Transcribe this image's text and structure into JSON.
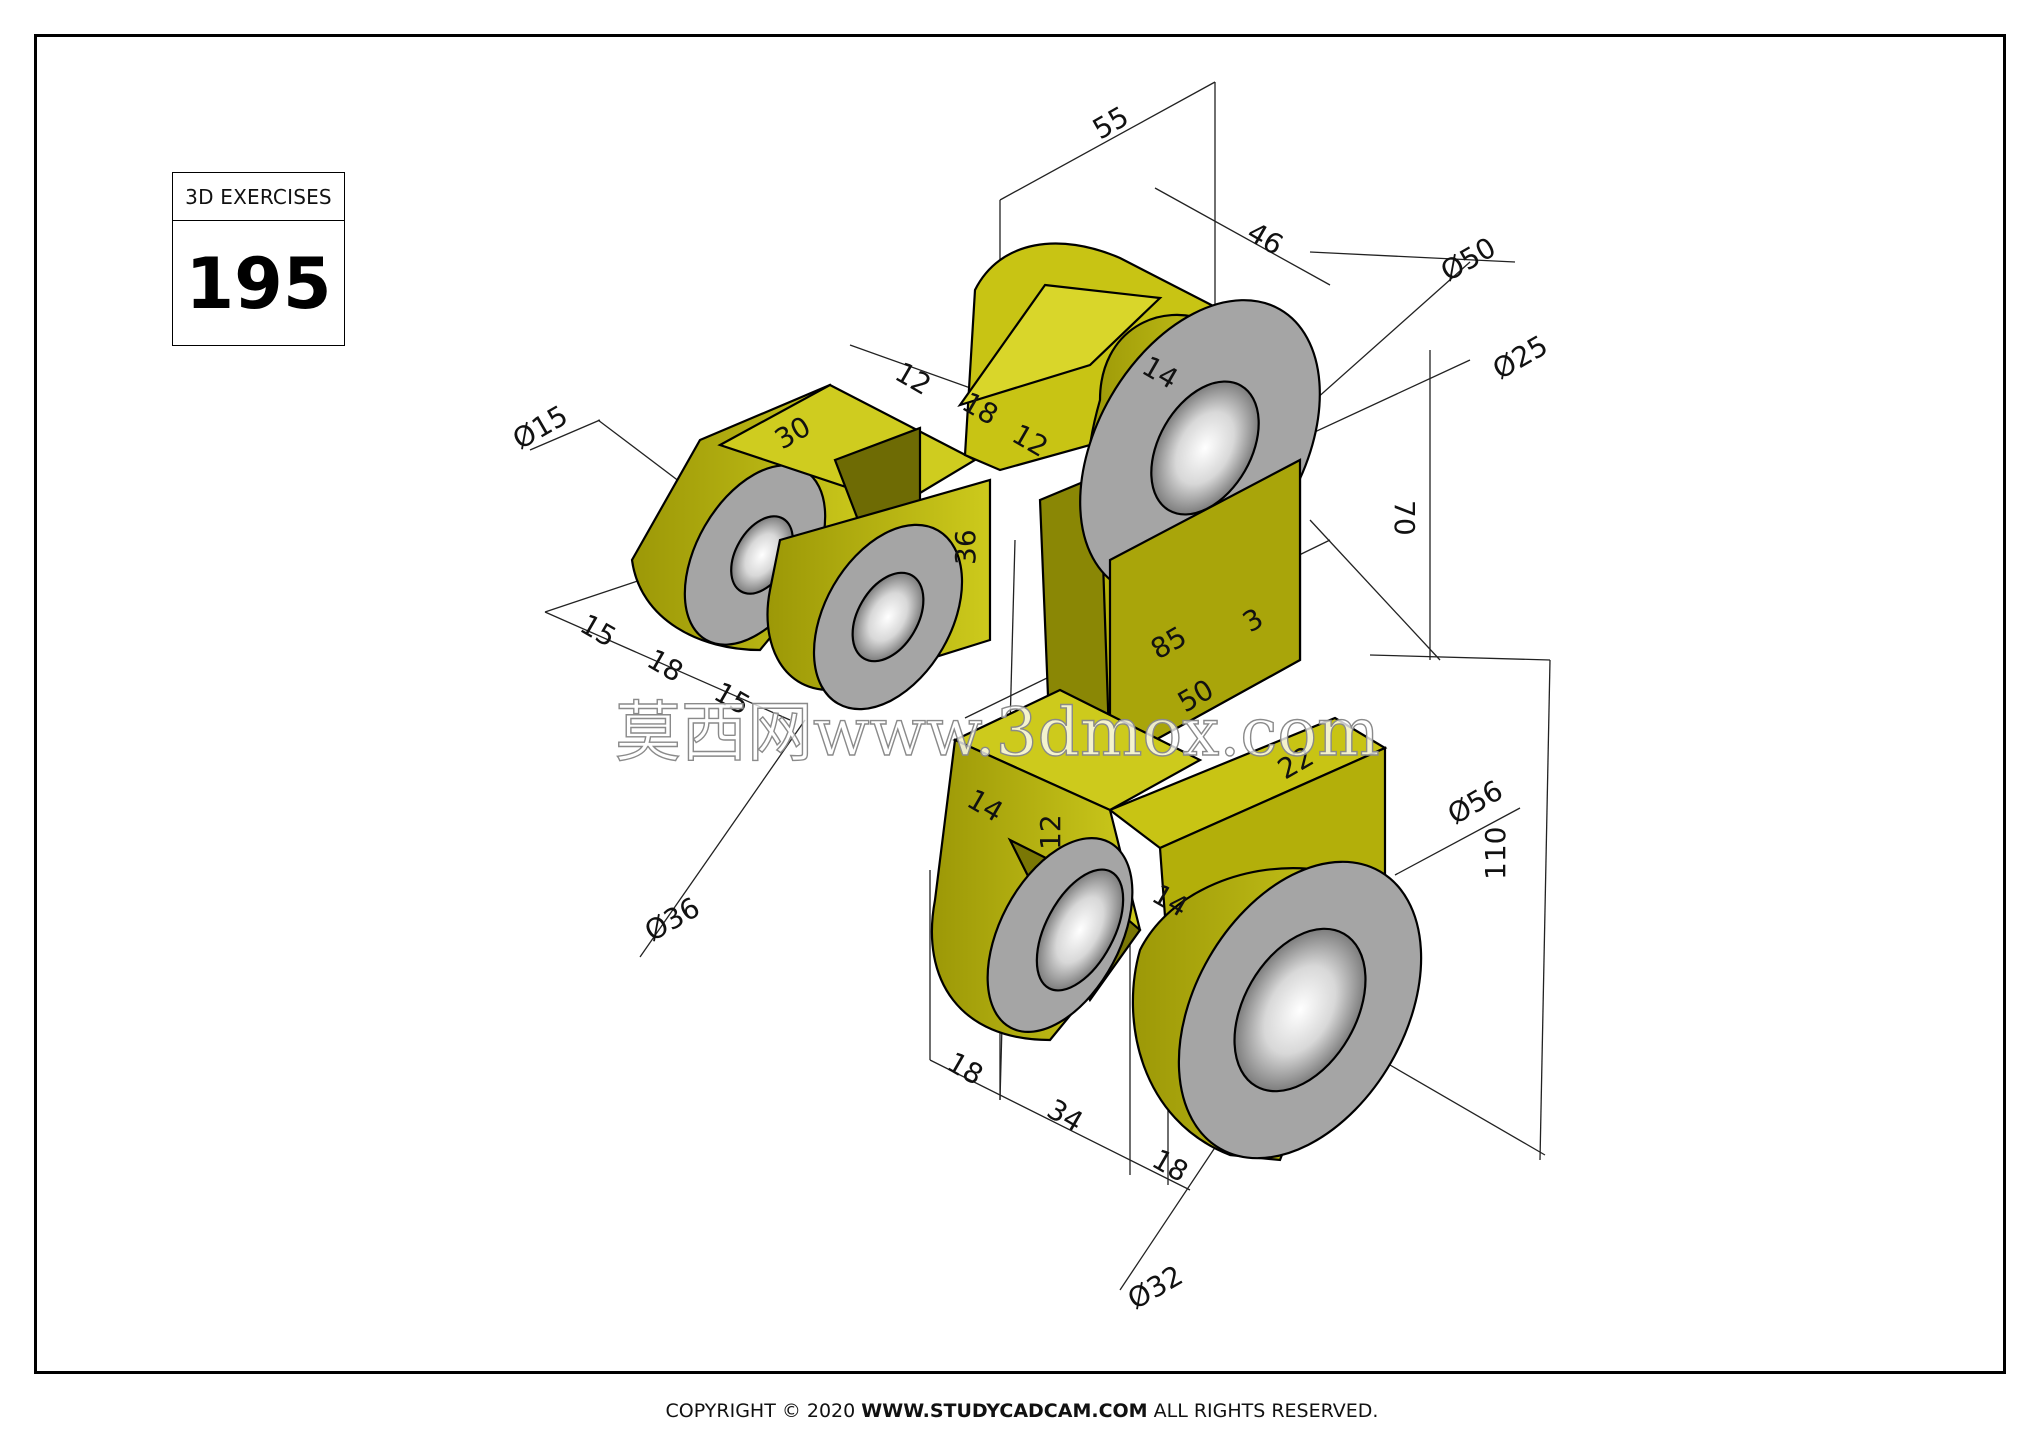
{
  "header": {
    "label": "3D EXERCISES",
    "number": "195"
  },
  "footer": {
    "prefix": "COPYRIGHT © 2020",
    "site": "WWW.STUDYCADCAM.COM",
    "suffix": "ALL RIGHTS RESERVED."
  },
  "watermark": {
    "text": "莫西网www.3dmox.com"
  },
  "colors": {
    "body": "#c9c514",
    "body_dark": "#8d8a05",
    "hole_face": "#a3a3a3",
    "outline": "#000000"
  },
  "dimensions": {
    "d55": "55",
    "d46": "46",
    "d50dia": "Ø50",
    "d25dia": "Ø25",
    "d12a": "12",
    "d18a": "18",
    "d14a": "14",
    "d12b": "12",
    "d30": "30",
    "d15dia": "Ø15",
    "d36": "36",
    "d70": "70",
    "d85": "85",
    "d3": "3",
    "d50": "50",
    "d15a": "15",
    "d18b": "18",
    "d15b": "15",
    "d36dia": "Ø36",
    "d22": "22",
    "d56dia": "Ø56",
    "d14b": "14",
    "d12c": "12",
    "d14c": "14",
    "d110": "110",
    "d18c": "18",
    "d34": "34",
    "d18d": "18",
    "d32dia": "Ø32"
  }
}
